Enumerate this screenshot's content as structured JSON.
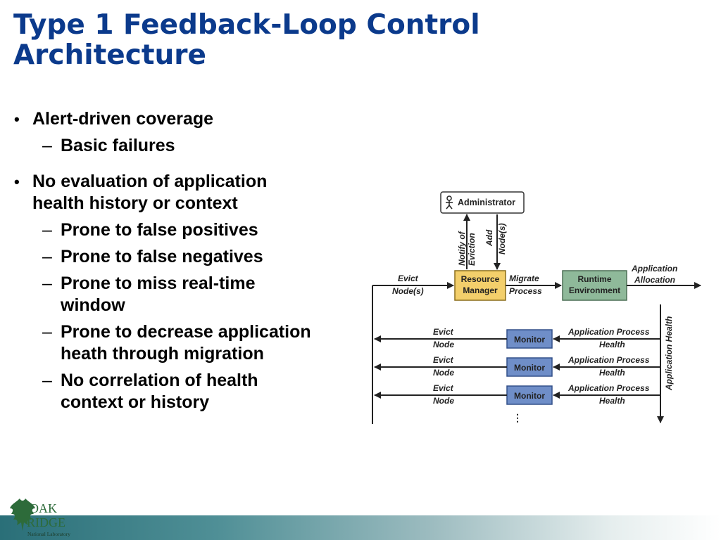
{
  "slide": {
    "title_line1": "Type 1 Feedback-Loop Control",
    "title_line2": "Architecture"
  },
  "bullets": [
    {
      "text": "Alert-driven coverage",
      "sub": [
        {
          "lines": [
            "Basic failures"
          ]
        }
      ]
    },
    {
      "lines": [
        "No evaluation of application",
        "health history or context"
      ],
      "sub": [
        {
          "lines": [
            "Prone to false positives"
          ]
        },
        {
          "lines": [
            "Prone to false negatives"
          ]
        },
        {
          "lines": [
            "Prone to miss real-time",
            "window"
          ]
        },
        {
          "lines": [
            "Prone to decrease application",
            "heath through migration"
          ]
        },
        {
          "lines": [
            "No correlation of health",
            "context or history"
          ]
        }
      ]
    }
  ],
  "diagram": {
    "administrator": "Administrator",
    "resource_manager_1": "Resource",
    "resource_manager_2": "Manager",
    "runtime_env_1": "Runtime",
    "runtime_env_2": "Environment",
    "monitor": "Monitor",
    "notify_1": "Notify of",
    "notify_2": "Eviction",
    "add_1": "Add",
    "add_2": "Node(s)",
    "evict_nodes_1": "Evict",
    "evict_nodes_2": "Node(s)",
    "migrate_1": "Migrate",
    "migrate_2": "Process",
    "app_alloc_1": "Application",
    "app_alloc_2": "Allocation",
    "app_health": "Application Health",
    "evict": "Evict",
    "node": "Node",
    "app_process": "Application Process",
    "health": "Health",
    "ellipsis": "⋮",
    "colors": {
      "resource_manager": "#f3cf6b",
      "runtime": "#8fb99a",
      "monitor": "#6f8ec8"
    }
  },
  "footer": {
    "logo_line1": "OAK",
    "logo_line2": "RIDGE",
    "logo_line3": "National Laboratory"
  }
}
